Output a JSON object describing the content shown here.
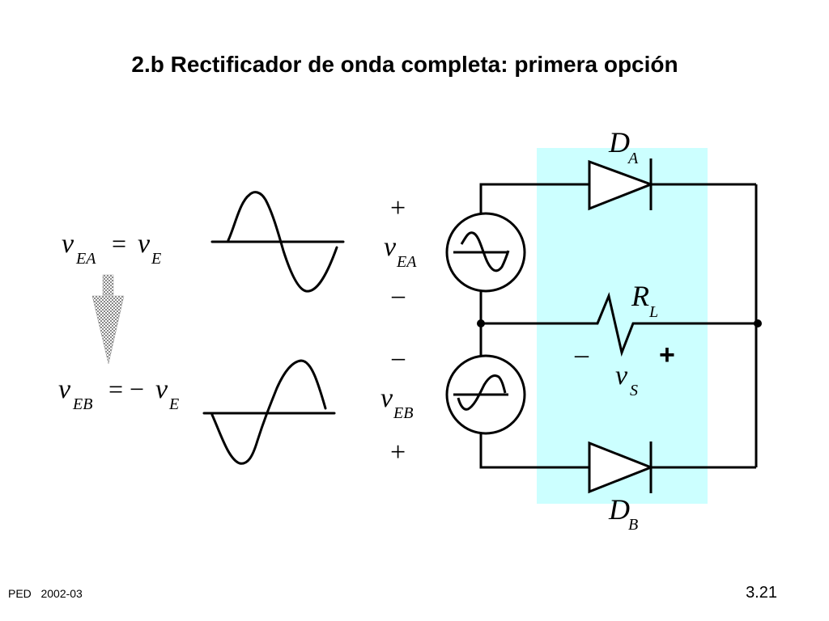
{
  "title": "2.b Rectificador de onda completa: primera opción",
  "footer": {
    "course": "PED",
    "year": "2002-03",
    "page": "3.21"
  },
  "equations": {
    "eq1": {
      "lhs_var": "v",
      "lhs_sub": "EA",
      "op": "=",
      "rhs_var": "v",
      "rhs_sub": "E"
    },
    "eq2": {
      "lhs_var": "v",
      "lhs_sub": "EB",
      "op": "= −",
      "rhs_var": "v",
      "rhs_sub": "E"
    }
  },
  "circuit": {
    "source_a": {
      "var": "v",
      "sub": "EA",
      "plus": "+",
      "minus": "–"
    },
    "source_b": {
      "var": "v",
      "sub": "EB",
      "plus": "+",
      "minus": "–"
    },
    "diode_a": {
      "var": "D",
      "sub": "A"
    },
    "diode_b": {
      "var": "D",
      "sub": "B"
    },
    "resistor": {
      "var": "R",
      "sub": "L"
    },
    "output": {
      "var": "v",
      "sub": "S",
      "minus": "–",
      "plus": "+"
    }
  },
  "colors": {
    "highlight": "#ccffff",
    "line": "#000000",
    "arrow": "#999999"
  }
}
